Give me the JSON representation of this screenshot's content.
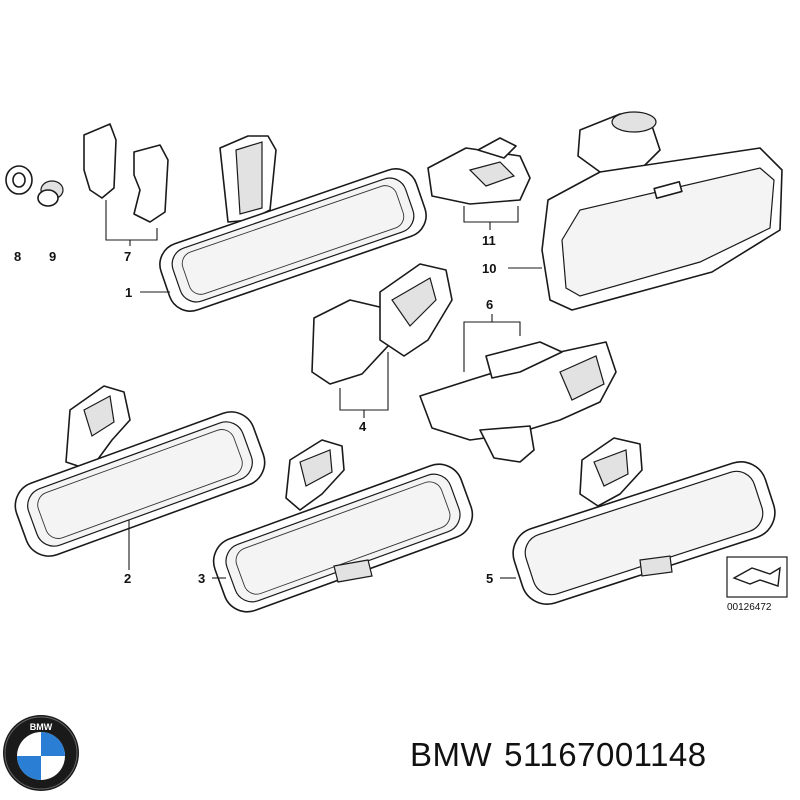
{
  "diagram": {
    "callouts": [
      "1",
      "2",
      "3",
      "4",
      "5",
      "6",
      "7",
      "8",
      "9",
      "10",
      "11"
    ],
    "reference_number": "00126472"
  },
  "footer": {
    "brand": "BMW",
    "part_number": "51167001148",
    "logo_letters": "BMW"
  }
}
